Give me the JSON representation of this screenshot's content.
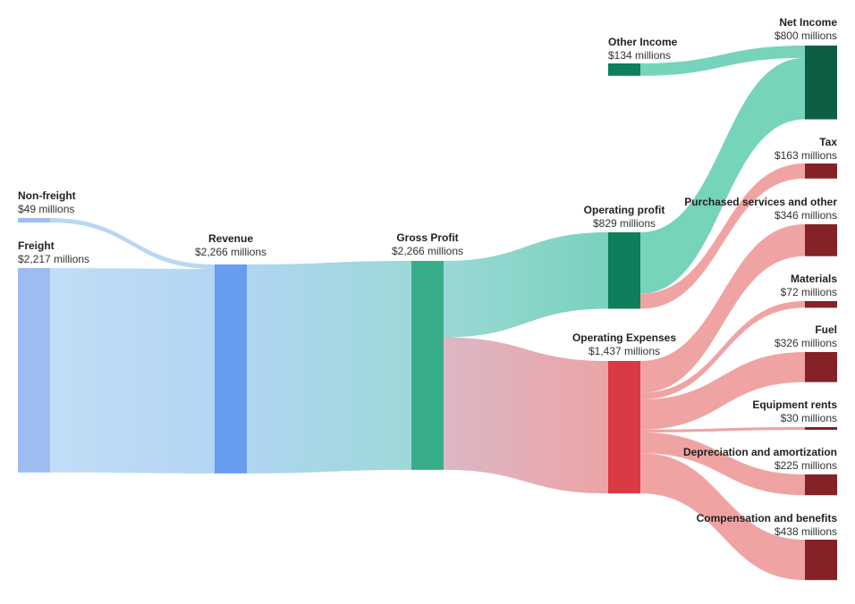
{
  "chart_data": {
    "type": "sankey",
    "unit_suffix": " millions",
    "currency_prefix": "$",
    "nodes": [
      {
        "id": "nonfreight",
        "name": "Non-freight",
        "value": 49,
        "color": "#9dbdf0"
      },
      {
        "id": "freight",
        "name": "Freight",
        "value": 2217,
        "color": "#9dbdf0"
      },
      {
        "id": "revenue",
        "name": "Revenue",
        "value": 2266,
        "color": "#679cef"
      },
      {
        "id": "gross",
        "name": "Gross Profit",
        "value": 2266,
        "color": "#38ad8a"
      },
      {
        "id": "opprofit",
        "name": "Operating profit",
        "value": 829,
        "color": "#0e7e5c"
      },
      {
        "id": "opex",
        "name": "Operating Expenses",
        "value": 1437,
        "color": "#d93a45"
      },
      {
        "id": "otherinc",
        "name": "Other Income",
        "value": 134,
        "color": "#0e7e5c"
      },
      {
        "id": "netincome",
        "name": "Net Income",
        "value": 800,
        "color": "#0e5e44"
      },
      {
        "id": "tax",
        "name": "Tax",
        "value": 163,
        "color": "#842227"
      },
      {
        "id": "purchased",
        "name": "Purchased services and other",
        "value": 346,
        "color": "#842227"
      },
      {
        "id": "materials",
        "name": "Materials",
        "value": 72,
        "color": "#842227"
      },
      {
        "id": "fuel",
        "name": "Fuel",
        "value": 326,
        "color": "#842227"
      },
      {
        "id": "equipment",
        "name": "Equipment rents",
        "value": 30,
        "color": "#842227"
      },
      {
        "id": "depreciation",
        "name": "Depreciation and amortization",
        "value": 225,
        "color": "#842227"
      },
      {
        "id": "compensation",
        "name": "Compensation and benefits",
        "value": 438,
        "color": "#842227"
      }
    ],
    "links": [
      {
        "source": "nonfreight",
        "target": "revenue",
        "value": 49,
        "colors": [
          "#b8d7f3",
          "#b8d7f3"
        ]
      },
      {
        "source": "freight",
        "target": "revenue",
        "value": 2217,
        "colors": [
          "#c2ddf6",
          "#b3d5f4"
        ]
      },
      {
        "source": "revenue",
        "target": "gross",
        "value": 2266,
        "colors": [
          "#afd6f1",
          "#9dd8d8"
        ]
      },
      {
        "source": "gross",
        "target": "opprofit",
        "value": 829,
        "colors": [
          "#9ad8d6",
          "#79d2bd"
        ]
      },
      {
        "source": "gross",
        "target": "opex",
        "value": 1437,
        "colors": [
          "#dbb7c4",
          "#eba4a6"
        ]
      },
      {
        "source": "otherinc",
        "target": "netincome",
        "value": 134,
        "colors": [
          "#76d4bb",
          "#76d4bb"
        ]
      },
      {
        "source": "opprofit",
        "target": "netincome",
        "value": 666,
        "colors": [
          "#76d4bb",
          "#76d4bb"
        ]
      },
      {
        "source": "opprofit",
        "target": "tax",
        "value": 163,
        "colors": [
          "#f0a3a3",
          "#f0a3a3"
        ]
      },
      {
        "source": "opex",
        "target": "purchased",
        "value": 346,
        "colors": [
          "#f0a3a3",
          "#f0a3a3"
        ]
      },
      {
        "source": "opex",
        "target": "materials",
        "value": 72,
        "colors": [
          "#f0a3a3",
          "#f0a3a3"
        ]
      },
      {
        "source": "opex",
        "target": "fuel",
        "value": 326,
        "colors": [
          "#f0a3a3",
          "#f0a3a3"
        ]
      },
      {
        "source": "opex",
        "target": "equipment",
        "value": 30,
        "colors": [
          "#f0a3a3",
          "#f0a3a3"
        ]
      },
      {
        "source": "opex",
        "target": "depreciation",
        "value": 225,
        "colors": [
          "#f0a3a3",
          "#f0a3a3"
        ]
      },
      {
        "source": "opex",
        "target": "compensation",
        "value": 438,
        "colors": [
          "#f0a3a3",
          "#f0a3a3"
        ]
      }
    ]
  }
}
